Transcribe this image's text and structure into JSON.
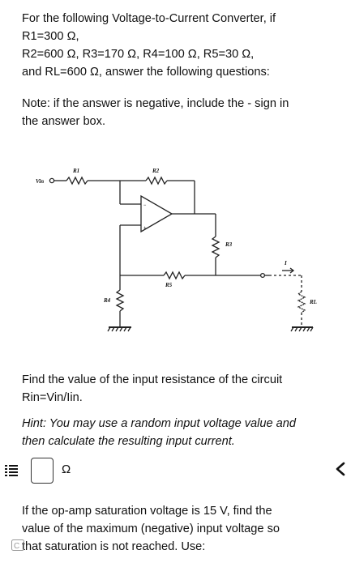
{
  "question": {
    "intro": "For the following Voltage-to-Current Converter, if\nR1=300 Ω,\nR2=600 Ω, R3=170 Ω, R4=100 Ω, R5=30 Ω,\nand RL=600 Ω, answer the following questions:",
    "note": "Note: if the answer is negative, include the - sign in\nthe answer box.",
    "find_input_resistance": "Find the value of the input resistance of the circuit\nRin=Vin/Iin.",
    "hint": "Hint: You may use a random input voltage value and\nthen calculate the resulting input current.",
    "answer_unit": "Ω",
    "answer_value": "",
    "saturation_prompt": "If the op-amp saturation voltage is 15 V, find the\nvalue of the maximum (negative) input voltage so\nthat saturation is not reached. Use:"
  },
  "circuit": {
    "labels": {
      "vin": "Vin",
      "r1": "R1",
      "r2": "R2",
      "r3": "R3",
      "r4": "R4",
      "r5": "R5",
      "rl": "RL",
      "current": "I"
    }
  },
  "colors": {
    "text": "#111111",
    "line": "#222222"
  },
  "icons": {
    "list": "list-icon",
    "collapse": "chevron-left-icon",
    "logo": "chegg-logo-icon"
  }
}
